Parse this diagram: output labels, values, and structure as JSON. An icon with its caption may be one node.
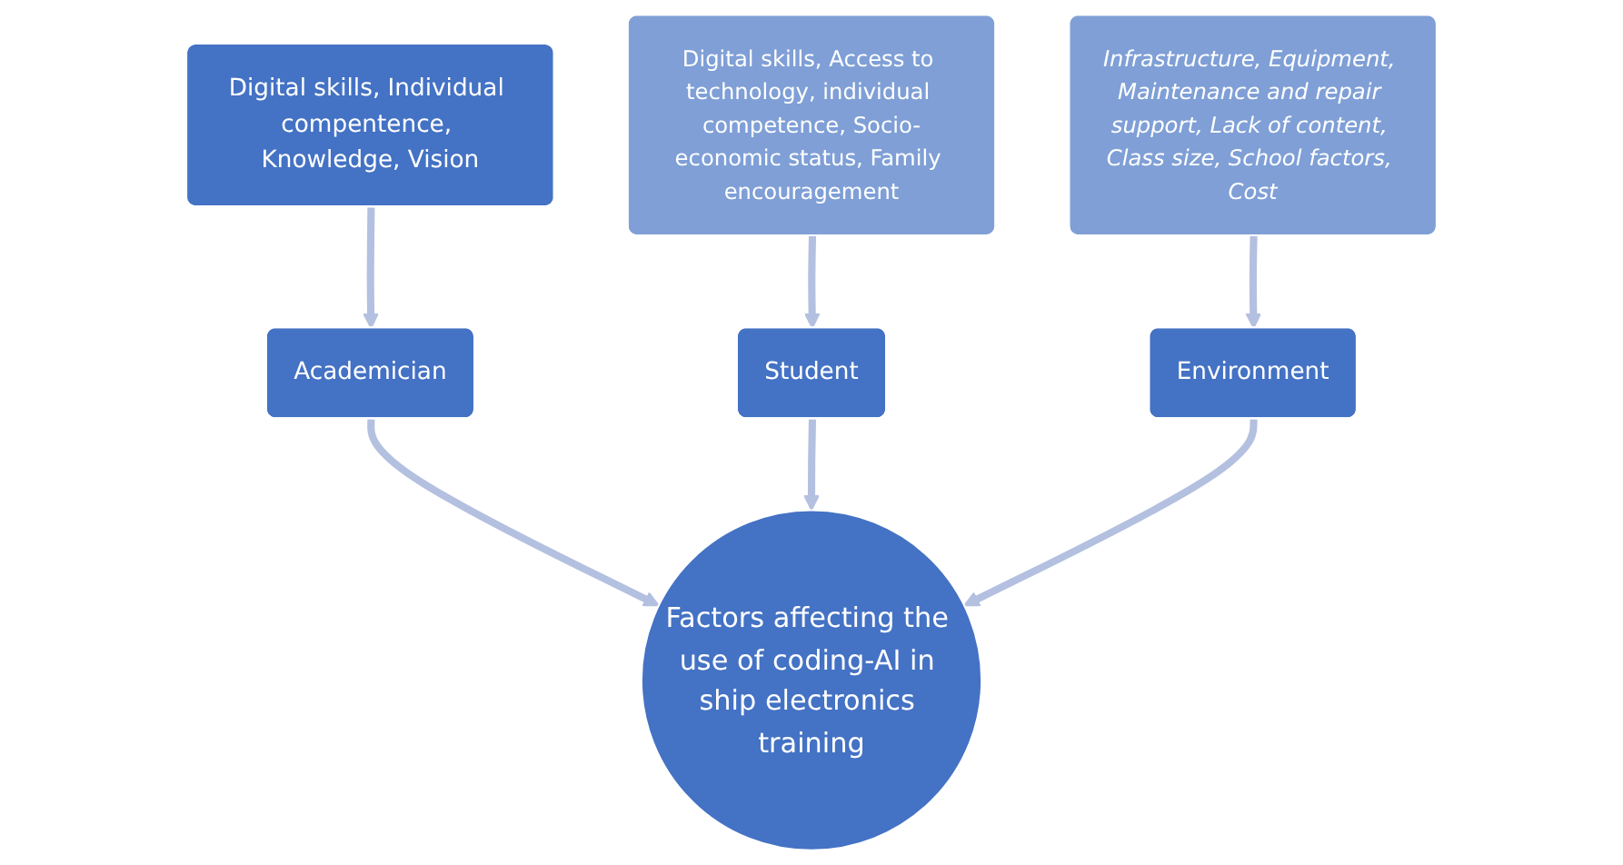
{
  "diagram": {
    "nodes": [
      {
        "text": [
          "Academician"
        ]
      },
      {
        "text": [
          "Digital skills, Individual compentence, Knowledge, Vision"
        ]
      },
      {
        "text": [
          "Student"
        ]
      },
      {
        "text": [
          "Environment"
        ]
      },
      {
        "text": [
          "Factors affecting the use of coding-AI in ship electronics training"
        ]
      },
      {
        "text": [
          "Digital skills, Access to technology, individual competence, Socio-economic status, Family encouragement"
        ]
      },
      {
        "text": [
          "Infrastructure, Equipment, Maintenance and repair support, Lack of content, Class size, School factors, Cost"
        ]
      }
    ],
    "edges": [
      {
        "from": 1,
        "to": 0,
        "arrow": "to"
      },
      {
        "from": 0,
        "to": 4,
        "arrow": "to"
      },
      {
        "from": 2,
        "to": 4,
        "arrow": "to"
      },
      {
        "from": 3,
        "to": 4,
        "arrow": "to"
      },
      {
        "from": 5,
        "to": 2,
        "arrow": "to"
      },
      {
        "from": 6,
        "to": 3,
        "arrow": "to"
      }
    ]
  }
}
